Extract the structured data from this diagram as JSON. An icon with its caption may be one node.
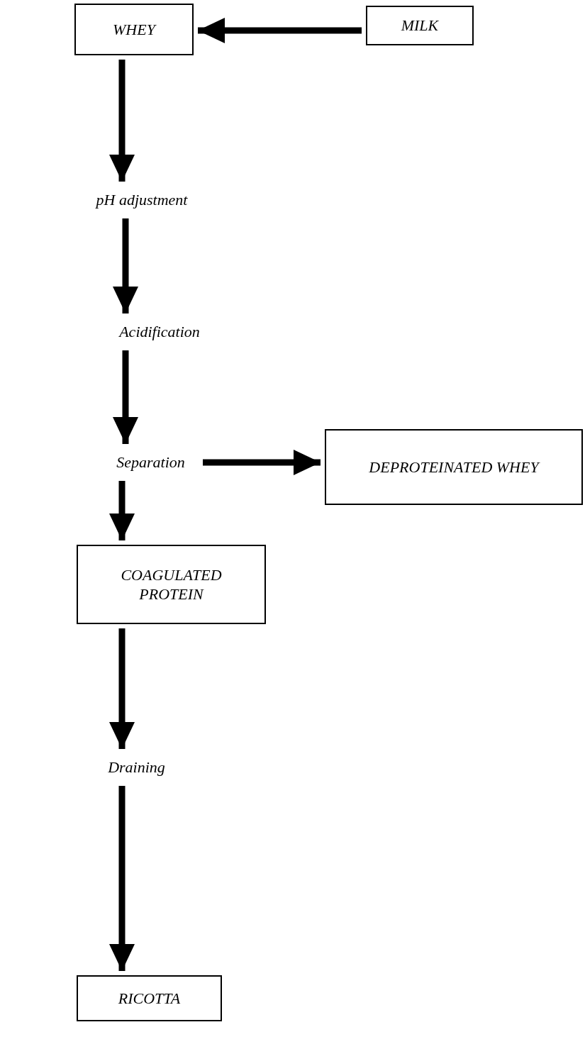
{
  "diagram": {
    "nodes": [
      {
        "text": [
          "WHEY"
        ]
      },
      {
        "text": [
          "MILK"
        ]
      },
      {
        "text": [
          "pH adjustment"
        ]
      },
      {
        "text": [
          "Acidification"
        ]
      },
      {
        "text": [
          "Separation"
        ]
      },
      {
        "text": [
          "DEPROTEINATED WHEY"
        ]
      },
      {
        "text": [
          "COAGULATED PROTEIN"
        ]
      },
      {
        "text": [
          "Draining"
        ]
      },
      {
        "text": [
          "RICOTTA"
        ]
      }
    ],
    "edges": [
      {
        "from": 1,
        "to": 0,
        "arrow": "to"
      },
      {
        "from": 0,
        "to": 2,
        "arrow": "to"
      },
      {
        "from": 2,
        "to": 3,
        "arrow": "to"
      },
      {
        "from": 3,
        "to": 4,
        "arrow": "to"
      },
      {
        "from": 4,
        "to": 5,
        "arrow": "to"
      },
      {
        "from": 4,
        "to": 6,
        "arrow": "to"
      },
      {
        "from": 6,
        "to": 7,
        "arrow": "to"
      },
      {
        "from": 7,
        "to": 8,
        "arrow": "to"
      }
    ]
  }
}
